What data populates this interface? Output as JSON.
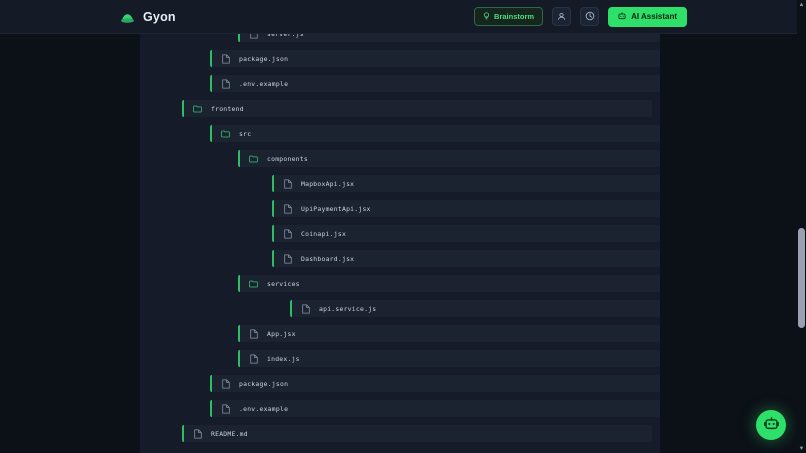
{
  "header": {
    "brand": {
      "name": "Gyon",
      "logo_icon": "cloud-logo-icon"
    },
    "brainstorm": {
      "label": "Brainstorm",
      "icon": "lightbulb-icon"
    },
    "profile": {
      "icon": "user-icon"
    },
    "history": {
      "icon": "clock-icon"
    },
    "ai_assistant": {
      "label": "AI Assistant",
      "icon": "robot-icon"
    }
  },
  "colors": {
    "accent_green": "#2ee06a",
    "border_green": "#2fbd64",
    "panel_bg": "#151b28",
    "row_bg": "#1b2230",
    "page_bg": "#0c1017",
    "header_bg": "#141a26"
  },
  "file_tree": {
    "rows": [
      {
        "label": "server.js",
        "type": "file",
        "depth": 3,
        "icon": "file-icon"
      },
      {
        "label": "package.json",
        "type": "file",
        "depth": 2,
        "icon": "file-icon"
      },
      {
        "label": ".env.example",
        "type": "file",
        "depth": 2,
        "icon": "file-icon"
      },
      {
        "label": "frontend",
        "type": "folder",
        "depth": 1,
        "icon": "folder-icon"
      },
      {
        "label": "src",
        "type": "folder",
        "depth": 2,
        "icon": "folder-icon"
      },
      {
        "label": "components",
        "type": "folder",
        "depth": 3,
        "icon": "folder-icon"
      },
      {
        "label": "MapboxApi.jsx",
        "type": "file",
        "depth": 4,
        "icon": "file-icon"
      },
      {
        "label": "UpiPaymentApi.jsx",
        "type": "file",
        "depth": 4,
        "icon": "file-icon"
      },
      {
        "label": "Coinapi.jsx",
        "type": "file",
        "depth": 4,
        "icon": "file-icon"
      },
      {
        "label": "Dashboard.jsx",
        "type": "file",
        "depth": 4,
        "icon": "file-icon"
      },
      {
        "label": "services",
        "type": "folder",
        "depth": 3,
        "icon": "folder-icon"
      },
      {
        "label": "api.service.js",
        "type": "file",
        "depth": 5,
        "icon": "file-icon"
      },
      {
        "label": "App.jsx",
        "type": "file",
        "depth": 3,
        "icon": "file-icon"
      },
      {
        "label": "index.js",
        "type": "file",
        "depth": 3,
        "icon": "file-icon"
      },
      {
        "label": "package.json",
        "type": "file",
        "depth": 2,
        "icon": "file-icon"
      },
      {
        "label": ".env.example",
        "type": "file",
        "depth": 2,
        "icon": "file-icon"
      },
      {
        "label": "README.md",
        "type": "file",
        "depth": 1,
        "icon": "file-icon"
      }
    ]
  },
  "fab": {
    "icon": "robot-icon"
  },
  "scrollbar": {
    "up_glyph": "▲",
    "down_glyph": "▼"
  }
}
